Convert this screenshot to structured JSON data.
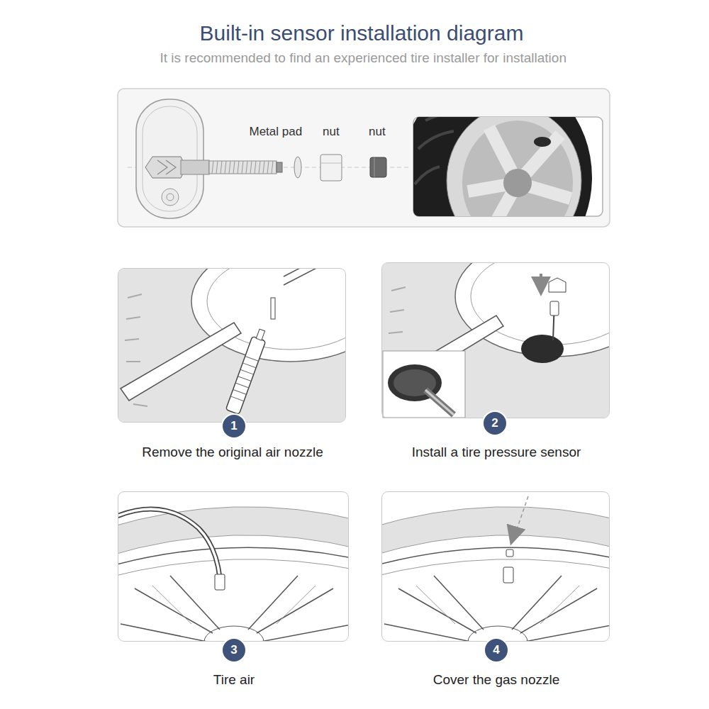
{
  "diagram": {
    "title": "Built-in sensor installation diagram",
    "nodes": [
      {
        "text": [
          "Remove the original air nozzle"
        ]
      },
      {
        "text": [
          "1"
        ],
        "in": 0
      },
      {
        "text": [
          "Install a tire pressure sensor"
        ]
      },
      {
        "text": [
          "2"
        ],
        "in": 2
      },
      {
        "text": [
          "Tire air"
        ]
      },
      {
        "text": [
          "3"
        ],
        "in": 4
      },
      {
        "text": [
          "Cover the gas nozzle"
        ]
      },
      {
        "text": [
          "4"
        ],
        "in": 6
      }
    ],
    "labels": [
      "It is recommended to find an experienced tire installer for installation",
      "Metal pad",
      "nut",
      "nut"
    ]
  }
}
